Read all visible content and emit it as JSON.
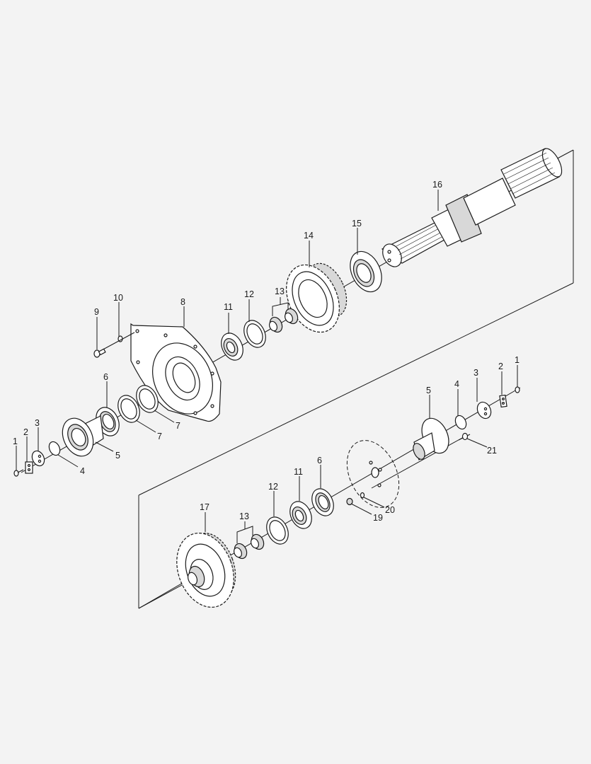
{
  "diagram": {
    "type": "exploded-parts-view",
    "subject": "gear shaft assembly",
    "background": "#f3f3f3",
    "line_color": "#1a1a1a",
    "upper_group": {
      "callouts": [
        {
          "id": "c16",
          "label": "16",
          "part": "splined shaft"
        },
        {
          "id": "c15",
          "label": "15",
          "part": "splined coupling ring"
        },
        {
          "id": "c14",
          "label": "14",
          "part": "double gear"
        },
        {
          "id": "c13",
          "label": "13",
          "part": "needle roller bearings (pair)"
        },
        {
          "id": "c12",
          "label": "12",
          "part": "snap ring"
        },
        {
          "id": "c11",
          "label": "11",
          "part": "ball bearing"
        },
        {
          "id": "c8",
          "label": "8",
          "part": "bearing housing plate"
        },
        {
          "id": "c10",
          "label": "10",
          "part": "washer"
        },
        {
          "id": "c9",
          "label": "9",
          "part": "bolt"
        },
        {
          "id": "c7a",
          "label": "7",
          "part": "seal ring"
        },
        {
          "id": "c7b",
          "label": "7",
          "part": "seal ring"
        },
        {
          "id": "c6",
          "label": "6",
          "part": "oil seal"
        },
        {
          "id": "c5",
          "label": "5",
          "part": "flanged hub"
        },
        {
          "id": "c4",
          "label": "4",
          "part": "o-ring"
        },
        {
          "id": "c3",
          "label": "3",
          "part": "end cap"
        },
        {
          "id": "c2",
          "label": "2",
          "part": "lock plate"
        },
        {
          "id": "c1",
          "label": "1",
          "part": "screw"
        }
      ]
    },
    "lower_group": {
      "callouts": [
        {
          "id": "d1",
          "label": "1",
          "part": "screw"
        },
        {
          "id": "d2",
          "label": "2",
          "part": "lock plate"
        },
        {
          "id": "d3",
          "label": "3",
          "part": "end cap"
        },
        {
          "id": "d4",
          "label": "4",
          "part": "o-ring"
        },
        {
          "id": "d5",
          "label": "5",
          "part": "flanged hub"
        },
        {
          "id": "d21",
          "label": "21",
          "part": "bolt"
        },
        {
          "id": "d20",
          "label": "20",
          "part": "washer"
        },
        {
          "id": "d19",
          "label": "19",
          "part": "nut"
        },
        {
          "id": "d6",
          "label": "6",
          "part": "oil seal"
        },
        {
          "id": "d11",
          "label": "11",
          "part": "ball bearing"
        },
        {
          "id": "d12",
          "label": "12",
          "part": "snap ring"
        },
        {
          "id": "d13",
          "label": "13",
          "part": "needle roller bearings (pair)"
        },
        {
          "id": "d17",
          "label": "17",
          "part": "gear"
        }
      ]
    }
  }
}
